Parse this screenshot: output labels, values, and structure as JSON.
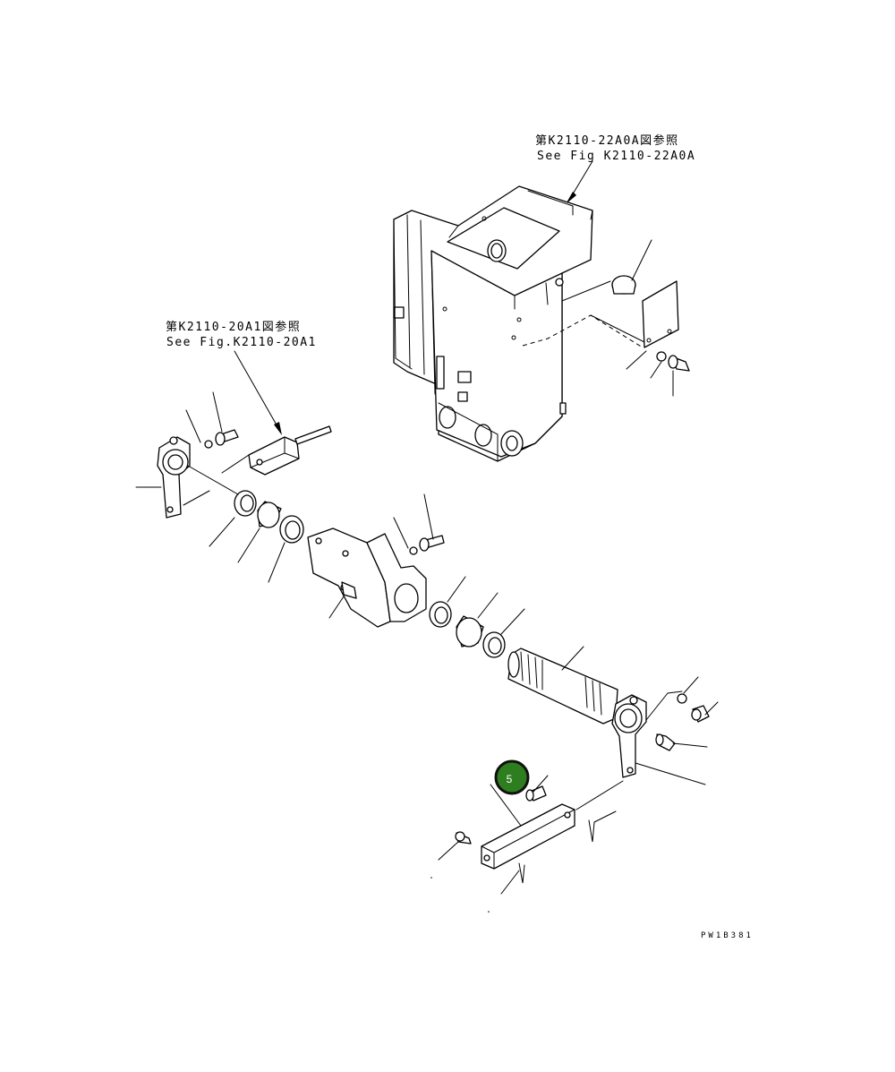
{
  "diagram": {
    "references": {
      "upper_ja": "第K2110-22A0A図参照",
      "upper_en": "See Fig K2110-22A0A",
      "left_ja": "第K2110-20A1図参照",
      "left_en": "See Fig.K2110-20A1"
    },
    "drawing_code": "PW1B381",
    "callout": {
      "number": "5",
      "color": "#2e7d1e",
      "ring_color": "#111111"
    }
  }
}
